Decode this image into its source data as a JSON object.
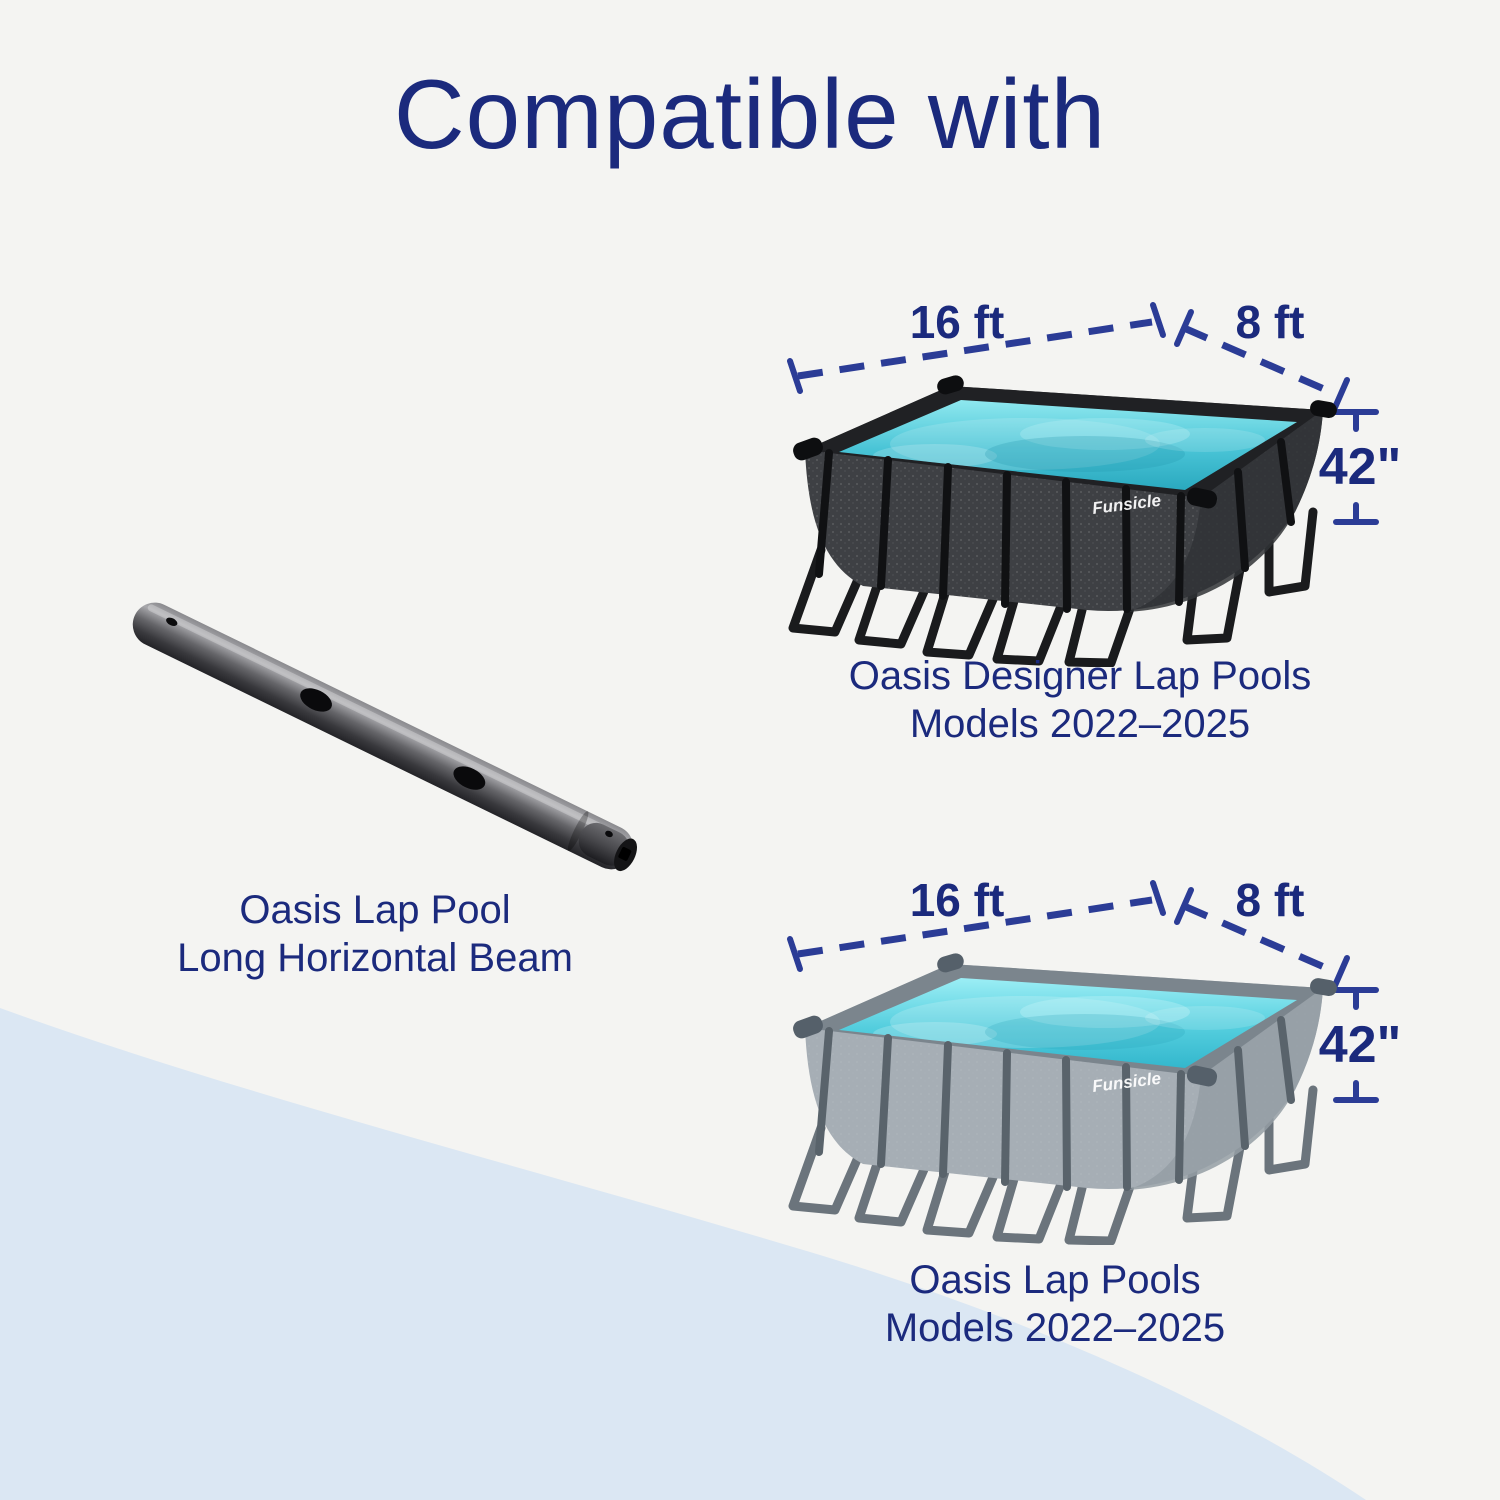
{
  "title": "Compatible with",
  "colors": {
    "navy_text": "#1b2a7d",
    "dimension_blue": "#2b3c96",
    "background": "#f4f4f2",
    "wave": "#dbe7f3",
    "water_teal": "#3fc3d6",
    "dark_pool_frame": "#3e4044",
    "light_pool_frame": "#a6aeb5"
  },
  "beam": {
    "label_line1": "Oasis Lap Pool",
    "label_line2": "Long Horizontal Beam"
  },
  "pools": [
    {
      "brand": "Funsicle",
      "length_label": "16 ft",
      "width_label": "8 ft",
      "height_label": "42\"",
      "name_line1": "Oasis Designer Lap Pools",
      "name_line2": "Models 2022–2025"
    },
    {
      "brand": "Funsicle",
      "length_label": "16 ft",
      "width_label": "8 ft",
      "height_label": "42\"",
      "name_line1": "Oasis Lap Pools",
      "name_line2": "Models 2022–2025"
    }
  ]
}
